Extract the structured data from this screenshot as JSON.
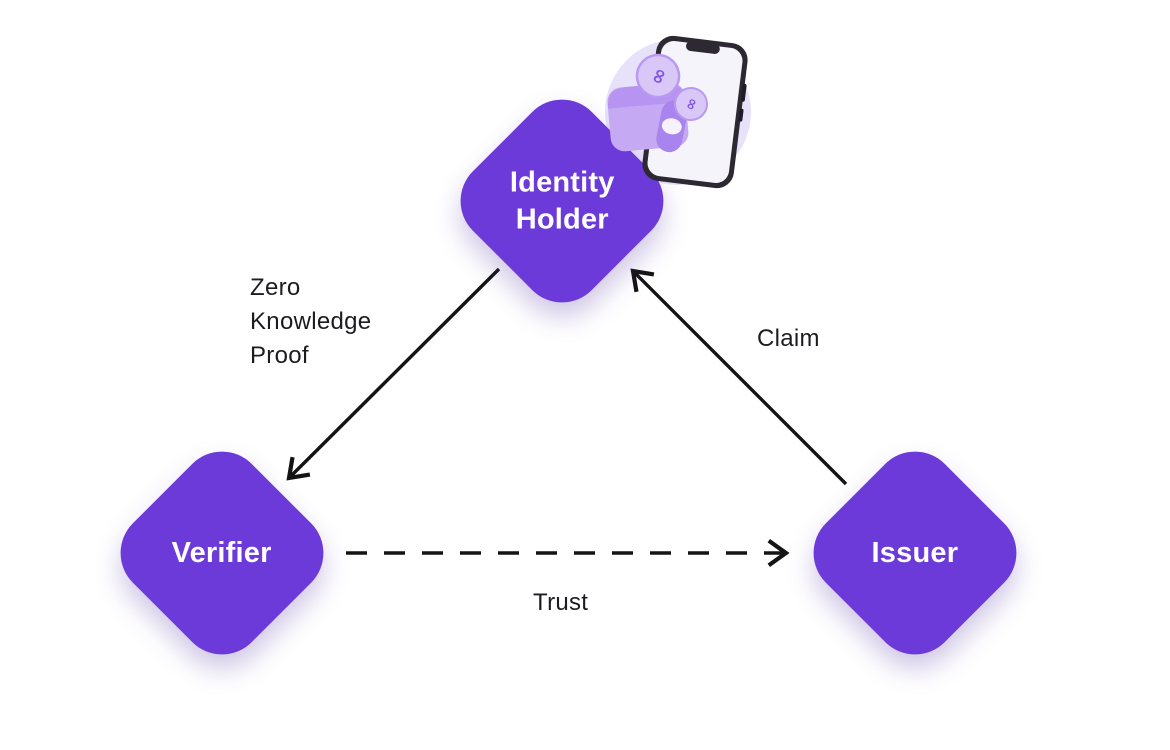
{
  "diagram": {
    "title": "identity-trust-triangle",
    "colors": {
      "node_color": "#6B3AD9",
      "node_text_color": "#ffffff",
      "arrow_color": "#141414",
      "label_color": "#1d1b20",
      "background": "#ffffff",
      "circle_color": "#e8e1fa"
    },
    "nodes": [
      {
        "id": "identity-holder",
        "label": "Identity Holder",
        "label_lines": [
          "Identity",
          "Holder"
        ]
      },
      {
        "id": "verifier",
        "label": "Verifier"
      },
      {
        "id": "issuer",
        "label": "Issuer"
      }
    ],
    "edges": [
      {
        "id": "zero-knowledge-proof",
        "from": "identity-holder",
        "to": "verifier",
        "style": "solid-arrow",
        "label": "Zero Knowledge Proof",
        "label_lines": [
          "Zero",
          "Knowledge",
          "Proof"
        ]
      },
      {
        "id": "claim",
        "from": "issuer",
        "to": "identity-holder",
        "style": "solid-arrow",
        "label": "Claim"
      },
      {
        "id": "trust",
        "from": "verifier",
        "to": "issuer",
        "style": "dashed-arrow",
        "label": "Trust"
      }
    ],
    "illustration": {
      "name": "wallet-in-phone",
      "coin_symbol": "∞"
    }
  }
}
